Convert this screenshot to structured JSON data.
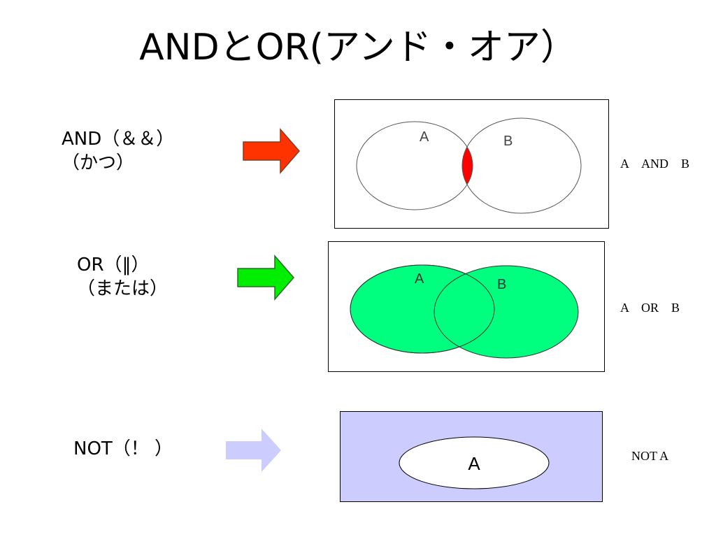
{
  "slide": {
    "title": "ANDとOR(アンド・オア）"
  },
  "rows": [
    {
      "id": "and",
      "label_line1": "AND（＆＆）",
      "label_line2": "（かつ）",
      "set_a_label": "A",
      "set_b_label": "B",
      "caption": "A　AND　B",
      "arrow_color": "#ff3300",
      "fill_color": "#ff0000"
    },
    {
      "id": "or",
      "label_line1": "OR（‖）",
      "label_line2": "（または）",
      "set_a_label": "A",
      "set_b_label": "B",
      "caption": "A　OR　B",
      "arrow_color": "#00ee00",
      "fill_color": "#00ff7f"
    },
    {
      "id": "not",
      "label_line1": "NOT（！ ）",
      "set_a_label": "A",
      "caption": "NOT A",
      "arrow_color": "#ccccff",
      "fill_color": "#ccccff"
    }
  ]
}
